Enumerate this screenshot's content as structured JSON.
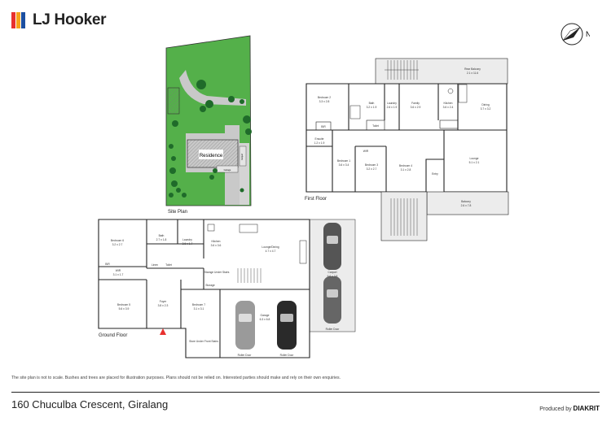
{
  "brand": {
    "name": "LJ Hooker",
    "colors": [
      "#e8312f",
      "#f7a21b",
      "#1c4fa0"
    ]
  },
  "compass": {
    "label": "N"
  },
  "site_plan": {
    "caption": "Site Plan",
    "residence_label": "Residence",
    "carport_label": "Carport",
    "garage_label": "Garage"
  },
  "first_floor": {
    "caption": "First Floor",
    "rooms": {
      "rear_balcony": "Rear Balcony",
      "rear_balcony_dim": "2.1 x 11.6",
      "bedroom2": "Bedroom 2",
      "bedroom2_dim": "3.3 x 2.8",
      "bath": "Bath",
      "bath_dim": "3.2 x 1.9",
      "laundry": "Laundry",
      "laundry_dim": "2.6 x 1.9",
      "family": "Family",
      "family_dim": "3.6 x 2.9",
      "kitchen": "Kitchen",
      "kitchen_dim": "3.6 x 2.4",
      "dining": "Dining",
      "dining_dim": "3.7 x 3.2",
      "ensuite": "Ensuite",
      "ensuite_dim": "1.2 x 1.9",
      "bedroom1": "Bedroom 1",
      "bedroom1_dim": "3.6 x 3.4",
      "bedroom3": "Bedroom 3",
      "bedroom3_dim": "3.2 x 2.7",
      "bedroom4": "Bedroom 4",
      "bedroom4_dim": "3.1 x 2.8",
      "lounge": "Lounge",
      "lounge_dim": "5.1 x 2.1",
      "balcony": "Balcony",
      "balcony_dim": "2.6 x 7.8",
      "entry": "Entry",
      "bir": "BIR",
      "wir": "WIR",
      "toilet": "Toilet"
    }
  },
  "ground_floor": {
    "caption": "Ground Floor",
    "rooms": {
      "bedroom6": "Bedroom 6",
      "bedroom6_dim": "3.2 x 2.7",
      "bath": "Bath",
      "bath_dim": "2.7 x 1.8",
      "laundry": "Laundry",
      "laundry_dim": "3.6 x 1.7",
      "kitchen": "Kitchen",
      "kitchen_dim": "3.6 x 3.6",
      "lounge_dining": "Lounge/Dining",
      "lounge_dining_dim": "4.7 x 4.7",
      "wir": "WIR",
      "wir_dim": "3.1 x 1.7",
      "linen": "Linen",
      "toilet": "Toilet",
      "storage_under_stairs": "Storage Under Stairs",
      "storage": "Storage",
      "bedroom5": "Bedroom 5",
      "bedroom5_dim": "5.6 x 3.9",
      "foyer": "Foyer",
      "foyer_dim": "3.8 x 2.3",
      "bedroom7": "Bedroom 7",
      "bedroom7_dim": "3.1 x 3.1",
      "garage": "Garage",
      "garage_dim": "6.3 x 6.8",
      "carport": "Carport",
      "carport_dim": "6.6 x 3.8",
      "roller_door": "Roller Door",
      "store": "Store Under Front Stairs",
      "bir": "BIR"
    }
  },
  "disclaimer": "The site plan is not to scale. Bushes and trees are placed for illustration purposes. Plans should not be relied on. Interested parties should make and rely on their own enquiries.",
  "address": "160 Chuculba Crescent, Giralang",
  "produced_by": {
    "prefix": "Produced by",
    "company": "DIAKRIT"
  }
}
